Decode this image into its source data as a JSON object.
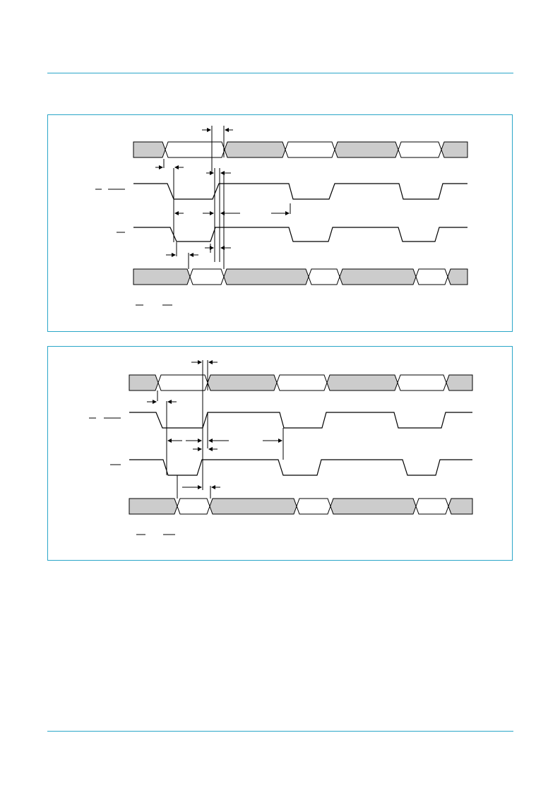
{
  "page": {
    "header_rule_color": "#2aa6c8",
    "footer_rule_color": "#2aa6c8"
  },
  "figures": [
    {
      "label": "timing-diagram-1",
      "bus_fill_color": "#cccccc",
      "overbar_marks_count": 3
    },
    {
      "label": "timing-diagram-2",
      "bus_fill_color": "#cccccc",
      "overbar_marks_count": 3
    }
  ]
}
